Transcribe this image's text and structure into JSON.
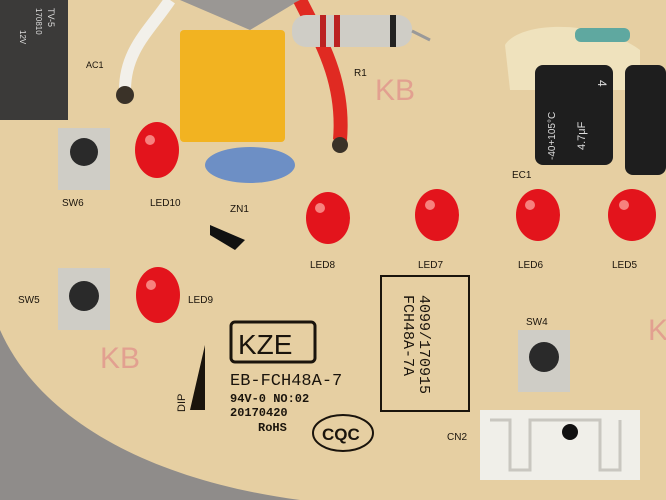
{
  "relay": {
    "model": "TV-5",
    "code": "170810",
    "voltage": "12V"
  },
  "labels": {
    "ac": "AC1",
    "r1": "R1",
    "kb_top": "KB",
    "kb_left": "KB",
    "kb_right": "K",
    "sw6": "SW6",
    "sw5": "SW5",
    "sw4": "SW4",
    "led10": "LED10",
    "led9": "LED9",
    "led8": "LED8",
    "led7": "LED7",
    "led6": "LED6",
    "led5": "LED5",
    "zn1": "ZN1",
    "ec1": "EC1",
    "dip": "DIP",
    "cn2": "CN2"
  },
  "capacitor": {
    "temp": "-40+105°C",
    "value": "4.7μF",
    "rating": "4"
  },
  "board_info": {
    "brand": "KZE",
    "model": "EB-FCH48A-7",
    "rating": "94V-0 NO:02",
    "date": "20170420",
    "rohs": "RoHS",
    "cert": "CQC",
    "stamp_line1": "4099/170915",
    "stamp_line2": "FCH48A-7A"
  },
  "colors": {
    "board": "#e6cfa2",
    "led": "#e3141c",
    "background": "#8a8886",
    "x_cap": "#f2b321"
  }
}
